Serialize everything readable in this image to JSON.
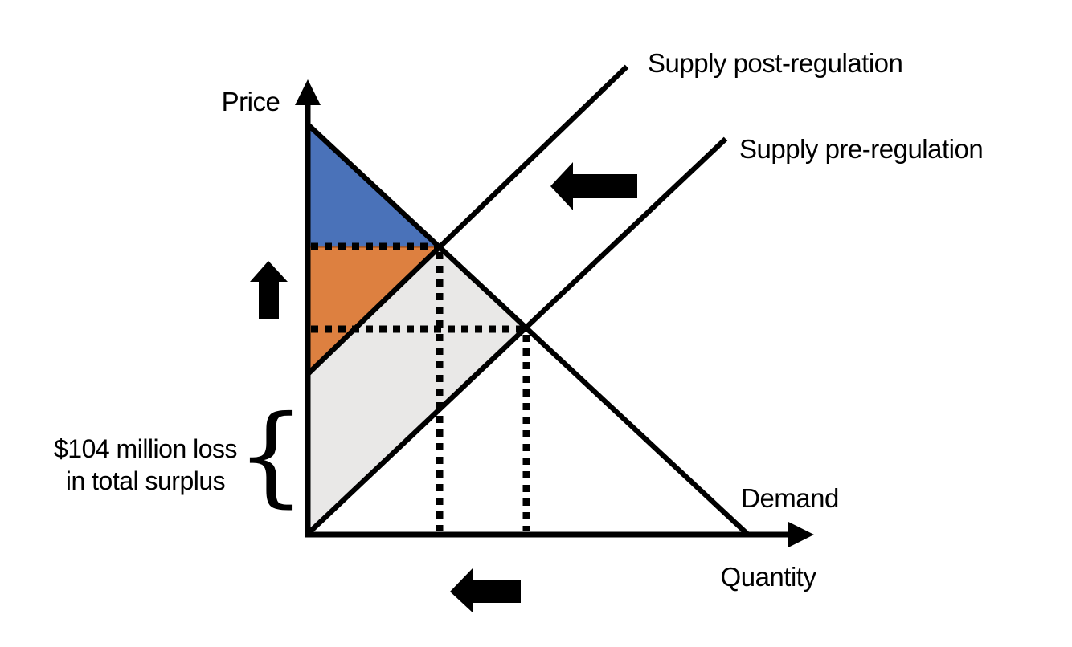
{
  "figure": {
    "axis": {
      "y_label": "Price",
      "x_label": "Quantity"
    },
    "curves": {
      "supply_post_label": "Supply post-regulation",
      "supply_pre_label": "Supply pre-regulation",
      "demand_label": "Demand"
    },
    "annotation": {
      "loss_line1": "$104 million loss",
      "loss_line2": "in total surplus",
      "brace_glyph": "{"
    },
    "colors": {
      "blue_region": "#4A72B9",
      "orange_region": "#DD8040",
      "gray_region": "#E9E8E7",
      "blue_region_edge": "#2E4D8E",
      "orange_region_edge": "#B55B1E",
      "gray_region_edge": "#C9C8C7",
      "ink": "#000000"
    }
  }
}
